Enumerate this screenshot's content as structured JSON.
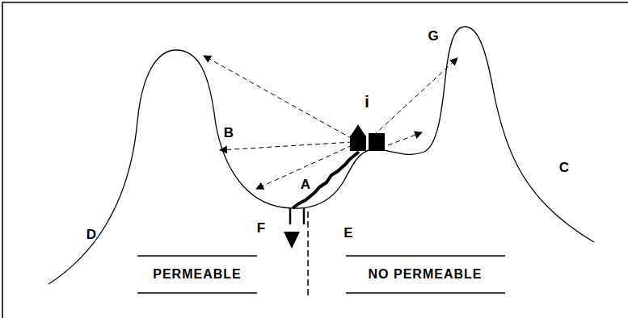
{
  "diagram": {
    "labels": [
      "i",
      "B",
      "A",
      "G",
      "C",
      "D",
      "E",
      "F",
      "PERMEABLE",
      "NO PERMEABLE"
    ]
  }
}
